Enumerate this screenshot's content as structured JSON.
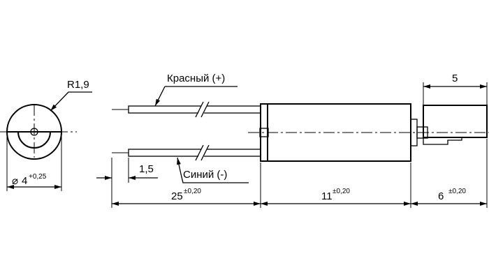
{
  "diagram": {
    "front_view": {
      "radius_label": "R1,9",
      "diameter_symbol": "⌀",
      "diameter_value": "4",
      "diameter_tolerance": "+0,25"
    },
    "wires": {
      "red_label": "Красный (+)",
      "blue_label": "Синий (-)"
    },
    "dimensions": {
      "strip_length": "1,5",
      "wire_length_value": "25",
      "wire_length_tolerance": "±0,20",
      "body_length_value": "11",
      "body_length_tolerance": "±0,20",
      "weight_length_value": "6",
      "weight_length_tolerance": "±0,20",
      "weight_width": "5"
    }
  }
}
